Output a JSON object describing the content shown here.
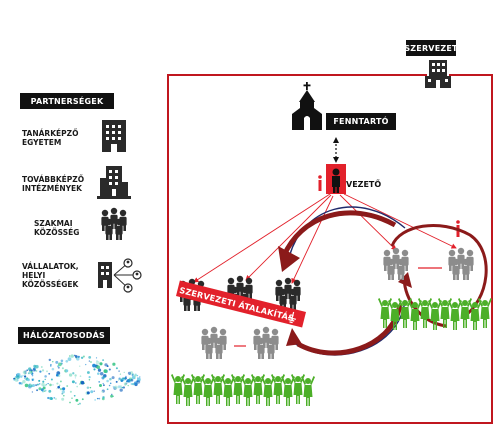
{
  "left_panel": {
    "header": "PARTNERSÉGEK",
    "items": [
      {
        "label": "TANÁRKÉPZŐ EGYETEM",
        "icon": "building-icon"
      },
      {
        "label": "TOVÁBBKÉPZŐ INTÉZMÉNYEK",
        "icon": "city-buildings-icon"
      },
      {
        "label": "SZAKMAI KÖZÖSSÉG",
        "icon": "people-group-icon"
      },
      {
        "label": "VÁLLALATOK, HELYI KÖZÖSSÉGEK",
        "icon": "network-building-icon"
      }
    ],
    "networking_label": "HÁLÓZATOSODÁS"
  },
  "organization": {
    "label": "SZERVEZET",
    "maintainer_label": "FENNTARTÓ",
    "leader_label": "VEZETŐ",
    "transformation_label": "SZERVEZETI ÁTALAKÍTÁS"
  },
  "colors": {
    "accent_red": "#e2212b",
    "frame_red": "#c0171f",
    "dark_red": "#8b1a1a",
    "navy": "#1f2a6b",
    "green": "#4caf28",
    "grey_people": "#8c8c8c",
    "black": "#111111"
  }
}
